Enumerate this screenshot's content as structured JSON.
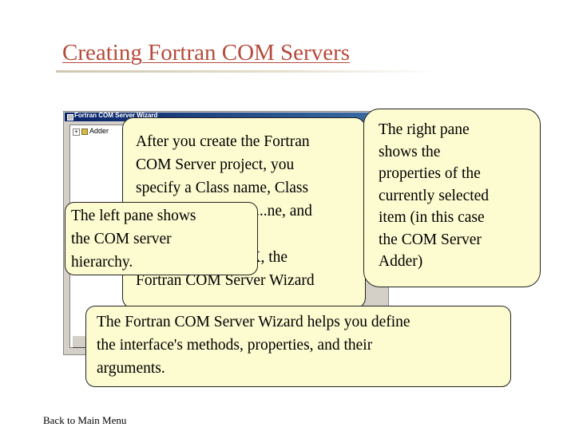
{
  "slide": {
    "title": "Creating Fortran COM Servers",
    "back_link": "Back to Main Menu"
  },
  "wizard": {
    "window_title": "Fortran COM Server Wizard",
    "tree_toggle": "+",
    "tree_item": "Adder"
  },
  "callouts": {
    "center_lines": [
      "After you create the Fortran",
      "COM Server project, you",
      "specify a Class name, Class",
      "...ne, and",
      "",
      "When you click OK, the",
      "Fortran COM Server Wizard"
    ],
    "left_lines": [
      "The left pane shows",
      "the COM server",
      "hierarchy."
    ],
    "right_lines": [
      "The right pane",
      "shows the",
      "properties of the",
      "currently selected",
      "item (in this case",
      "the COM Server",
      "Adder)"
    ],
    "bottom_lines": [
      "The Fortran COM Server Wizard helps you define",
      "the interface's methods, properties, and their",
      "arguments."
    ]
  },
  "colors": {
    "title": "#b54b3c",
    "callout_fill": "#fdfbd0",
    "window_face": "#d4d0c8"
  }
}
